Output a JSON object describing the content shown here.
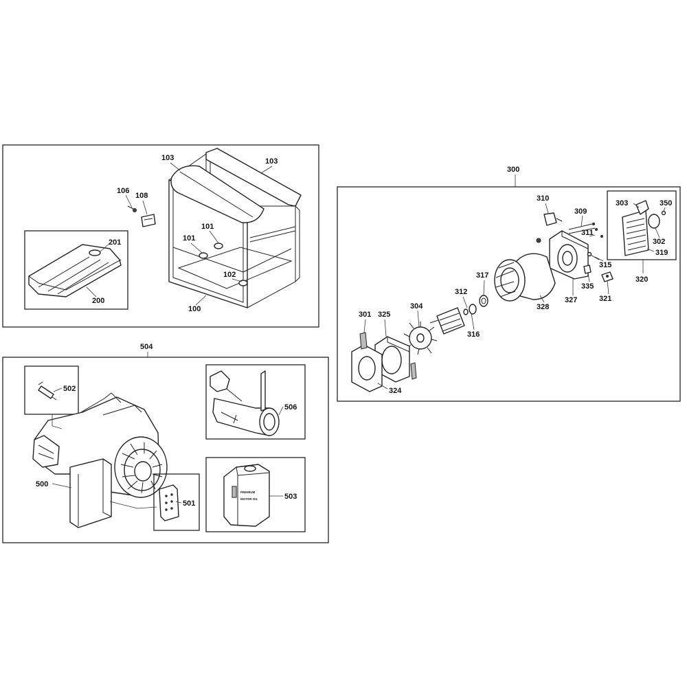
{
  "diagram": {
    "groups": [
      {
        "id": "frame-group"
      },
      {
        "id": "engine-group",
        "label": "504"
      },
      {
        "id": "alternator-group",
        "label": "300"
      }
    ],
    "part_labels": {
      "p103a": "103",
      "p103b": "103",
      "p106": "106",
      "p108": "108",
      "p101a": "101",
      "p101b": "101",
      "p102": "102",
      "p100": "100",
      "p201": "201",
      "p200": "200",
      "p502": "502",
      "p500": "500",
      "p501": "501",
      "p506": "506",
      "p503": "503",
      "p310": "310",
      "p309": "309",
      "p311": "311",
      "p303": "303",
      "p350": "350",
      "p302": "302",
      "p319": "319",
      "p315": "315",
      "p320": "320",
      "p335": "335",
      "p321": "321",
      "p327": "327",
      "p328": "328",
      "p317": "317",
      "p312": "312",
      "p316": "316",
      "p304": "304",
      "p301": "301",
      "p325": "325",
      "p324": "324"
    },
    "oil_can_text": [
      "PREMIUM",
      "MOTOR OIL"
    ]
  }
}
